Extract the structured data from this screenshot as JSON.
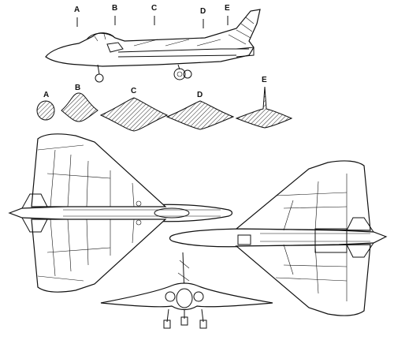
{
  "side_view_labels": [
    "A",
    "B",
    "C",
    "D",
    "E"
  ],
  "section_labels": [
    "A",
    "B",
    "C",
    "D",
    "E"
  ]
}
